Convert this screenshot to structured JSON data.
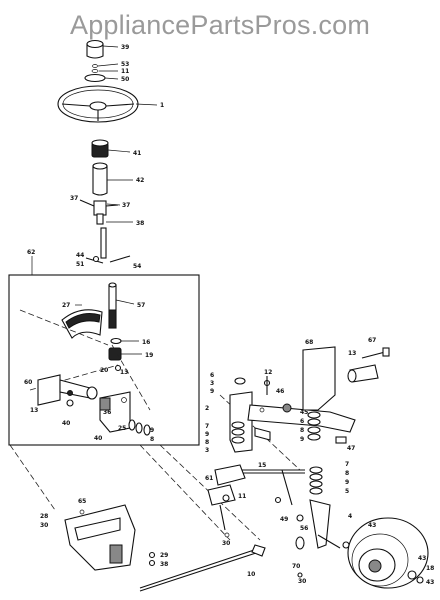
{
  "watermark": "AppliancePartsPros.com",
  "callouts": [
    {
      "id": "c-39",
      "text": "39"
    },
    {
      "id": "c-53",
      "text": "53"
    },
    {
      "id": "c-11a",
      "text": "11"
    },
    {
      "id": "c-50",
      "text": "50"
    },
    {
      "id": "c-1",
      "text": "1"
    },
    {
      "id": "c-41",
      "text": "41"
    },
    {
      "id": "c-42",
      "text": "42"
    },
    {
      "id": "c-37a",
      "text": "37"
    },
    {
      "id": "c-37b",
      "text": "37"
    },
    {
      "id": "c-38",
      "text": "38"
    },
    {
      "id": "c-62",
      "text": "62"
    },
    {
      "id": "c-44",
      "text": "44"
    },
    {
      "id": "c-51",
      "text": "51"
    },
    {
      "id": "c-54",
      "text": "54"
    },
    {
      "id": "c-57",
      "text": "57"
    },
    {
      "id": "c-27",
      "text": "27"
    },
    {
      "id": "c-16",
      "text": "16"
    },
    {
      "id": "c-19",
      "text": "19"
    },
    {
      "id": "c-20",
      "text": "20"
    },
    {
      "id": "c-13a",
      "text": "13"
    },
    {
      "id": "c-60",
      "text": "60"
    },
    {
      "id": "c-13b",
      "text": "13"
    },
    {
      "id": "c-40",
      "text": "40"
    },
    {
      "id": "c-36",
      "text": "36"
    },
    {
      "id": "c-25",
      "text": "25"
    },
    {
      "id": "c-9a",
      "text": "9"
    },
    {
      "id": "c-8a",
      "text": "8"
    },
    {
      "id": "c-40b",
      "text": "40"
    },
    {
      "id": "c-6a",
      "text": "6"
    },
    {
      "id": "c-3a",
      "text": "3"
    },
    {
      "id": "c-9b",
      "text": "9"
    },
    {
      "id": "c-12",
      "text": "12"
    },
    {
      "id": "c-46",
      "text": "46"
    },
    {
      "id": "c-2",
      "text": "2"
    },
    {
      "id": "c-7a",
      "text": "7"
    },
    {
      "id": "c-9c",
      "text": "9"
    },
    {
      "id": "c-8b",
      "text": "8"
    },
    {
      "id": "c-3b",
      "text": "3"
    },
    {
      "id": "c-15",
      "text": "15"
    },
    {
      "id": "c-68",
      "text": "68"
    },
    {
      "id": "c-13c",
      "text": "13"
    },
    {
      "id": "c-67",
      "text": "67"
    },
    {
      "id": "c-45",
      "text": "45"
    },
    {
      "id": "c-6b",
      "text": "6"
    },
    {
      "id": "c-8c",
      "text": "8"
    },
    {
      "id": "c-9d",
      "text": "9"
    },
    {
      "id": "c-47",
      "text": "47"
    },
    {
      "id": "c-7b",
      "text": "7"
    },
    {
      "id": "c-8d",
      "text": "8"
    },
    {
      "id": "c-9e",
      "text": "9"
    },
    {
      "id": "c-5",
      "text": "5"
    },
    {
      "id": "c-61",
      "text": "61"
    },
    {
      "id": "c-11b",
      "text": "11"
    },
    {
      "id": "c-65",
      "text": "65"
    },
    {
      "id": "c-28",
      "text": "28"
    },
    {
      "id": "c-30a",
      "text": "30"
    },
    {
      "id": "c-49",
      "text": "49"
    },
    {
      "id": "c-56",
      "text": "56"
    },
    {
      "id": "c-4",
      "text": "4"
    },
    {
      "id": "c-43a",
      "text": "43"
    },
    {
      "id": "c-30b",
      "text": "30"
    },
    {
      "id": "c-29",
      "text": "29"
    },
    {
      "id": "c-38b",
      "text": "38"
    },
    {
      "id": "c-10",
      "text": "10"
    },
    {
      "id": "c-70",
      "text": "70"
    },
    {
      "id": "c-30c",
      "text": "30"
    },
    {
      "id": "c-43b",
      "text": "43"
    },
    {
      "id": "c-18",
      "text": "18"
    },
    {
      "id": "c-43c",
      "text": "43"
    }
  ]
}
